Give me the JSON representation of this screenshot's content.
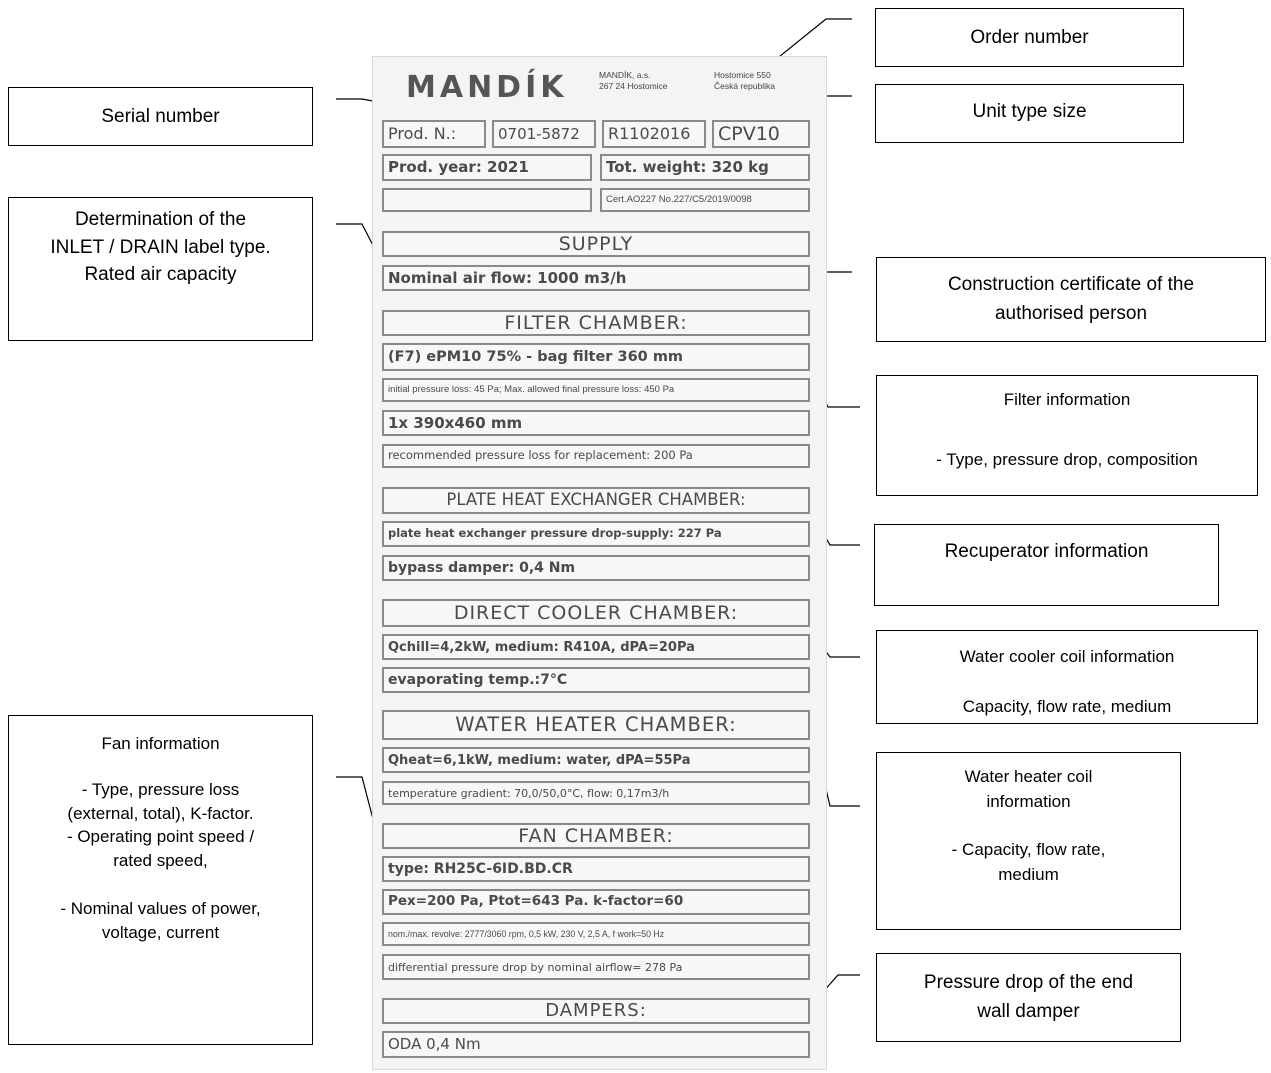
{
  "callouts": {
    "order_number": "Order number",
    "serial_number": "Serial number",
    "unit_type_size": "Unit type size",
    "determination": "Determination of the\nINLET / DRAIN label type.\nRated air capacity",
    "construction_certificate": "Construction certificate of the\nauthorised person",
    "filter_title": "Filter information",
    "filter_detail": "- Type, pressure drop, composition",
    "recuperator": "Recuperator information",
    "cooler_title": "Water cooler coil information",
    "cooler_detail": "Capacity, flow rate, medium",
    "fan_title": "Fan information",
    "fan_detail_1": "- Type, pressure loss\n(external, total), K-factor.\n- Operating point speed /\nrated speed,",
    "fan_detail_2": "- Nominal values of power,\nvoltage, current",
    "heater_title": "Water heater coil\ninformation",
    "heater_detail": "- Capacity, flow rate,\nmedium",
    "end_damper": "Pressure drop of the end\nwall damper"
  },
  "plate": {
    "logo": "MANDÍK",
    "company": "MANDÍK, a.s.\n267 24 Hostomice",
    "address": "Hostomice 550\nČeská republika",
    "prod_n_label": "Prod. N.:",
    "serial": "0701-5872",
    "order": "R1102016",
    "type_size": "CPV10",
    "prod_year": "Prod. year: 2021",
    "weight": "Tot. weight: 320 kg",
    "blank": "",
    "cert": "Cert.AO227 No.227/C5/2019/0098",
    "supply": "SUPPLY",
    "airflow": "Nominal air flow: 1000 m3/h",
    "filter_head": "FILTER CHAMBER:",
    "filter_type": "(F7) ePM10 75% - bag filter 360 mm",
    "filter_loss": "initial pressure loss: 45 Pa; Max. allowed final pressure loss: 450 Pa",
    "filter_size": "1x  390x460 mm",
    "filter_replace": "recommended pressure loss for replacement: 200 Pa",
    "plate_head": "PLATE HEAT EXCHANGER CHAMBER:",
    "plate_drop": "plate heat exchanger pressure drop-supply: 227 Pa",
    "bypass": "bypass damper: 0,4 Nm",
    "cooler_head": "DIRECT COOLER CHAMBER:",
    "cooler_q": "Qchill=4,2kW, medium: R410A, dPA=20Pa",
    "cooler_evap": "evaporating temp.:7°C",
    "heater_head": "WATER HEATER CHAMBER:",
    "heater_q": "Qheat=6,1kW, medium: water, dPA=55Pa",
    "heater_grad": "temperature gradient: 70,0/50,0°C,  flow: 0,17m3/h",
    "fan_head": "FAN CHAMBER:",
    "fan_type": "type: RH25C-6ID.BD.CR",
    "fan_p": "Pex=200 Pa, Ptot=643 Pa.  k-factor=60",
    "fan_rev": "nom./max. revolve: 2777/3060 rpm, 0,5 kW, 230 V, 2,5 A, f work=50 Hz",
    "fan_diff": "differential pressure drop by nominal airflow= 278 Pa",
    "dampers_head": "DAMPERS:",
    "oda": "ODA 0,4 Nm"
  }
}
